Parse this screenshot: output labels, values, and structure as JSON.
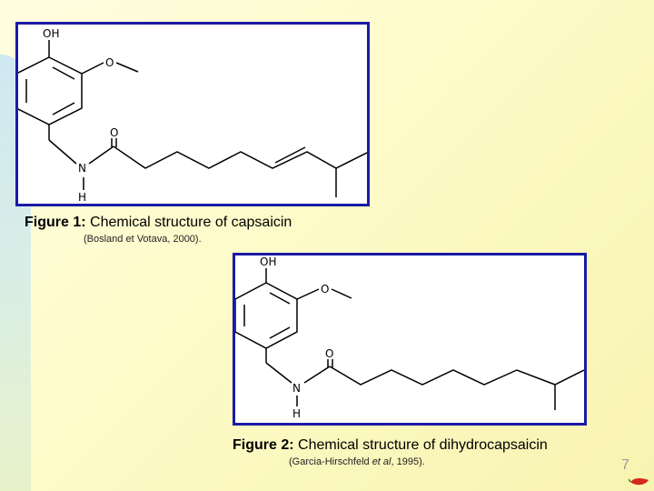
{
  "figure1": {
    "label": "Figure 1:",
    "title": "Chemical structure of capsaicin",
    "source": "(Bosland et Votava, 2000).",
    "atoms": {
      "oh": "OH",
      "o_methoxy": "O",
      "o_carbonyl": "O",
      "n": "N",
      "h": "H"
    }
  },
  "figure2": {
    "label": "Figure 2:",
    "title": "Chemical structure of dihydrocapsaicin",
    "source_prefix": "(Garcia-Hirschfeld ",
    "source_italic": "et al",
    "source_suffix": ", 1995).",
    "atoms": {
      "oh": "OH",
      "o_methoxy": "O",
      "o_carbonyl": "O",
      "n": "N",
      "h": "H"
    }
  },
  "page_number": "7",
  "colors": {
    "frame": "#1a1aa6",
    "page_number": "#9a9a9a",
    "pepper": "#d42a1a"
  }
}
